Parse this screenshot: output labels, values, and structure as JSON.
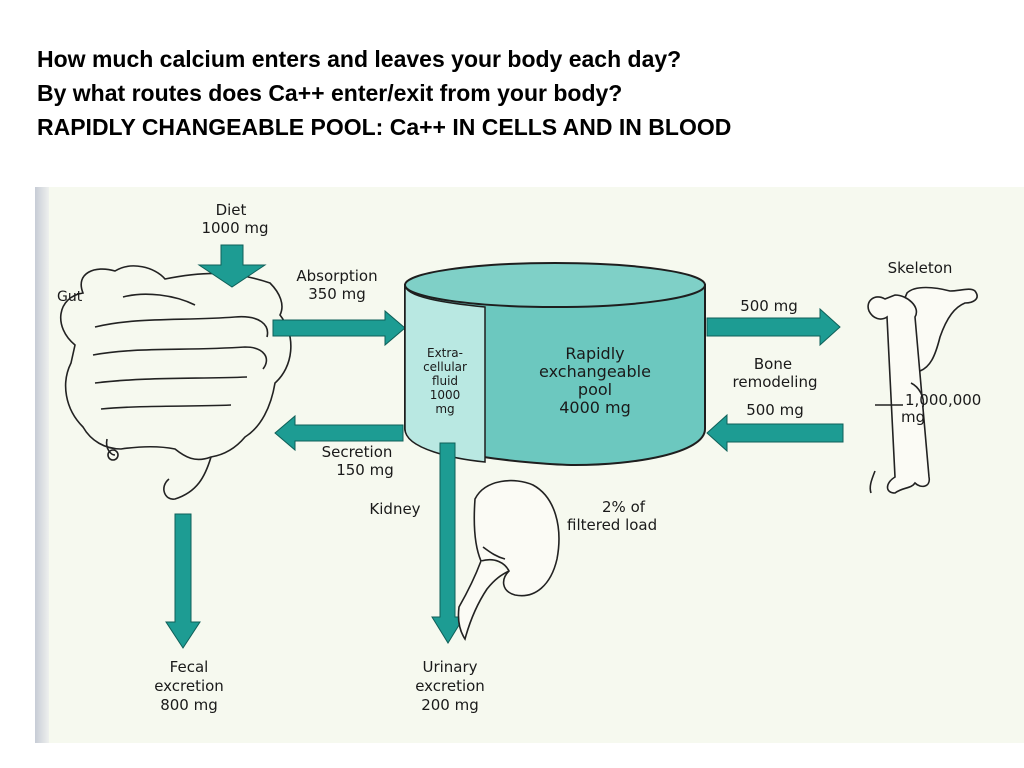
{
  "slide": {
    "titles": [
      "How much calcium enters and leaves your body each day?",
      "By what routes does Ca++ enter/exit from your body?",
      "RAPIDLY CHANGEABLE POOL: Ca++ IN CELLS AND IN BLOOD"
    ]
  },
  "diagram": {
    "colors": {
      "arrow": "#1d9c93",
      "pool": "#6cc8bf",
      "extracellular": "#b9e8e2",
      "background": "#f6f9ef"
    },
    "diet": {
      "label": "Diet",
      "amount": "1000 mg"
    },
    "gut": {
      "label": "Gut"
    },
    "absorption": {
      "label": "Absorption",
      "amount": "350 mg"
    },
    "secretion": {
      "label": "Secretion",
      "amount": "150 mg"
    },
    "fecal": {
      "line1": "Fecal",
      "line2": "excretion",
      "amount": "800 mg"
    },
    "extracellular": {
      "lines": [
        "Extra-",
        "cellular",
        "fluid",
        "1000",
        "mg"
      ]
    },
    "pool": {
      "line1": "Rapidly",
      "line2": "exchangeable",
      "line3": "pool",
      "amount": "4000 mg"
    },
    "skeleton": {
      "label": "Skeleton",
      "amount_line1": "1,000,000",
      "amount_line2": "mg"
    },
    "bone": {
      "to_bone": "500 mg",
      "line1": "Bone",
      "line2": "remodeling",
      "from_bone": "500 mg"
    },
    "kidney": {
      "label": "Kidney",
      "note_line1": "2% of",
      "note_line2": "filtered load"
    },
    "urinary": {
      "line1": "Urinary",
      "line2": "excretion",
      "amount": "200 mg"
    }
  }
}
